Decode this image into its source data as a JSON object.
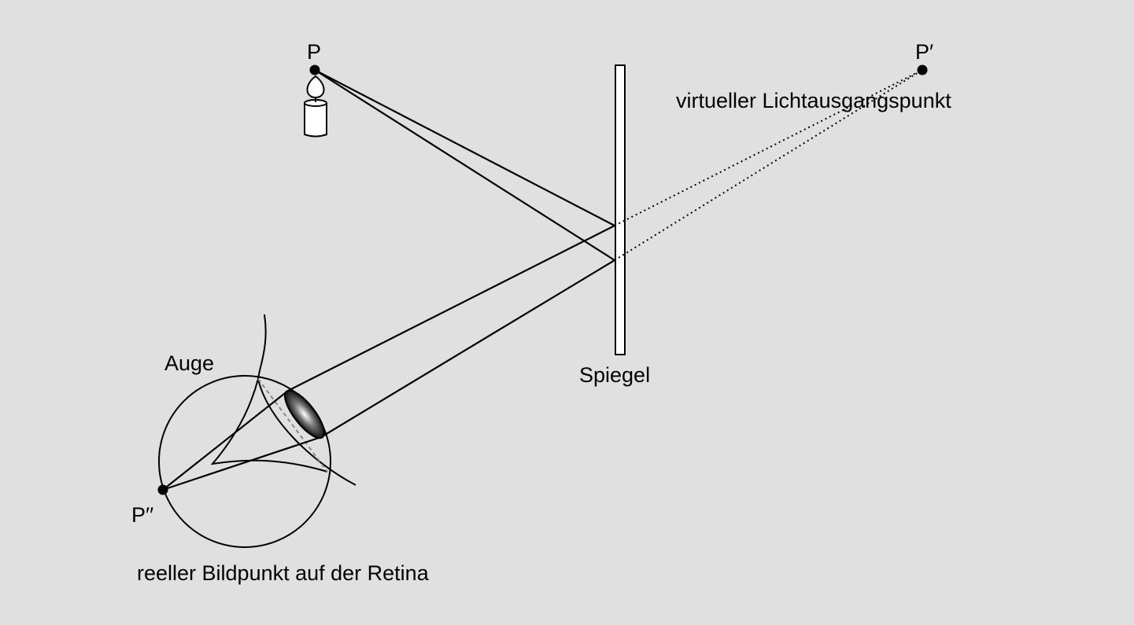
{
  "labels": {
    "point_p": "P",
    "point_p_prime": "P′",
    "point_p_double_prime": "P′′",
    "virtual_point": "virtueller Lichtausgangspunkt",
    "mirror": "Spiegel",
    "eye": "Auge",
    "real_image": "reeller Bildpunkt auf der Retina"
  },
  "colors": {
    "background": "#e0e0e0",
    "line": "#000000",
    "lens": "#111111"
  }
}
